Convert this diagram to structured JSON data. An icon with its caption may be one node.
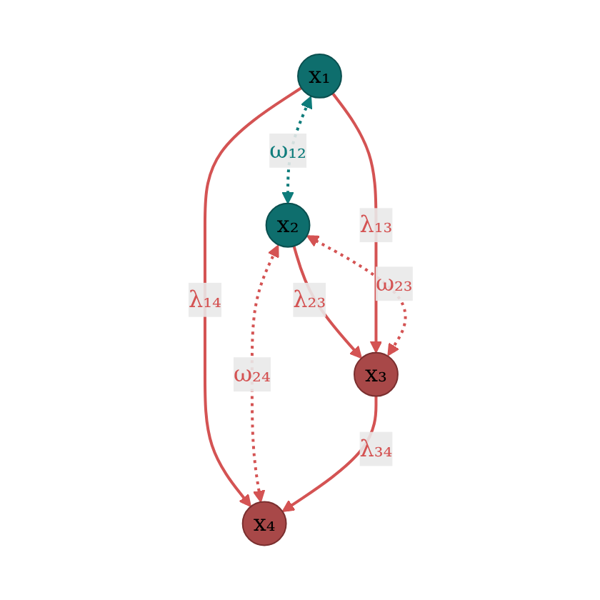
{
  "diagram": {
    "nodes": [
      {
        "text": [
          "x₁"
        ]
      },
      {
        "text": [
          "x₂"
        ]
      },
      {
        "text": [
          "x₃"
        ]
      },
      {
        "text": [
          "x₄"
        ]
      }
    ],
    "edges": [
      {
        "from": 0,
        "to": 1,
        "arrow": "both",
        "label": "ω₁₂",
        "style": "dashed",
        "color": "#0e7c7b"
      },
      {
        "from": 0,
        "to": 3,
        "arrow": "to",
        "label": "λ₁₄"
      },
      {
        "from": 1,
        "to": 2,
        "arrow": "to",
        "label": "λ₂₃"
      },
      {
        "from": 0,
        "to": 2,
        "arrow": "to",
        "label": "λ₁₃"
      },
      {
        "from": 2,
        "to": 1,
        "arrow": "both",
        "label": "ω₂₃",
        "style": "dashed"
      },
      {
        "from": 1,
        "to": 3,
        "arrow": "both",
        "label": "ω₂₄",
        "style": "dashed"
      },
      {
        "from": 2,
        "to": 3,
        "arrow": "to",
        "label": "λ₃₄"
      }
    ]
  }
}
